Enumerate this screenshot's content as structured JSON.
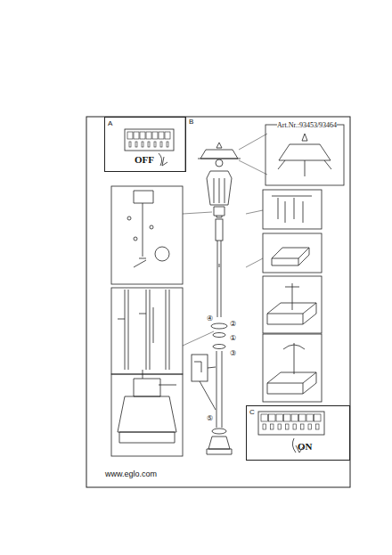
{
  "diagram": {
    "nodes": [
      {
        "text": [
          "A",
          "OFF"
        ]
      },
      {
        "text": [
          "C",
          "ON"
        ]
      }
    ],
    "labels": [
      "B",
      "Art.Nr.:93453/93464",
      "www.eglo.com",
      "④",
      "②",
      "①",
      "③",
      "⑤"
    ]
  }
}
